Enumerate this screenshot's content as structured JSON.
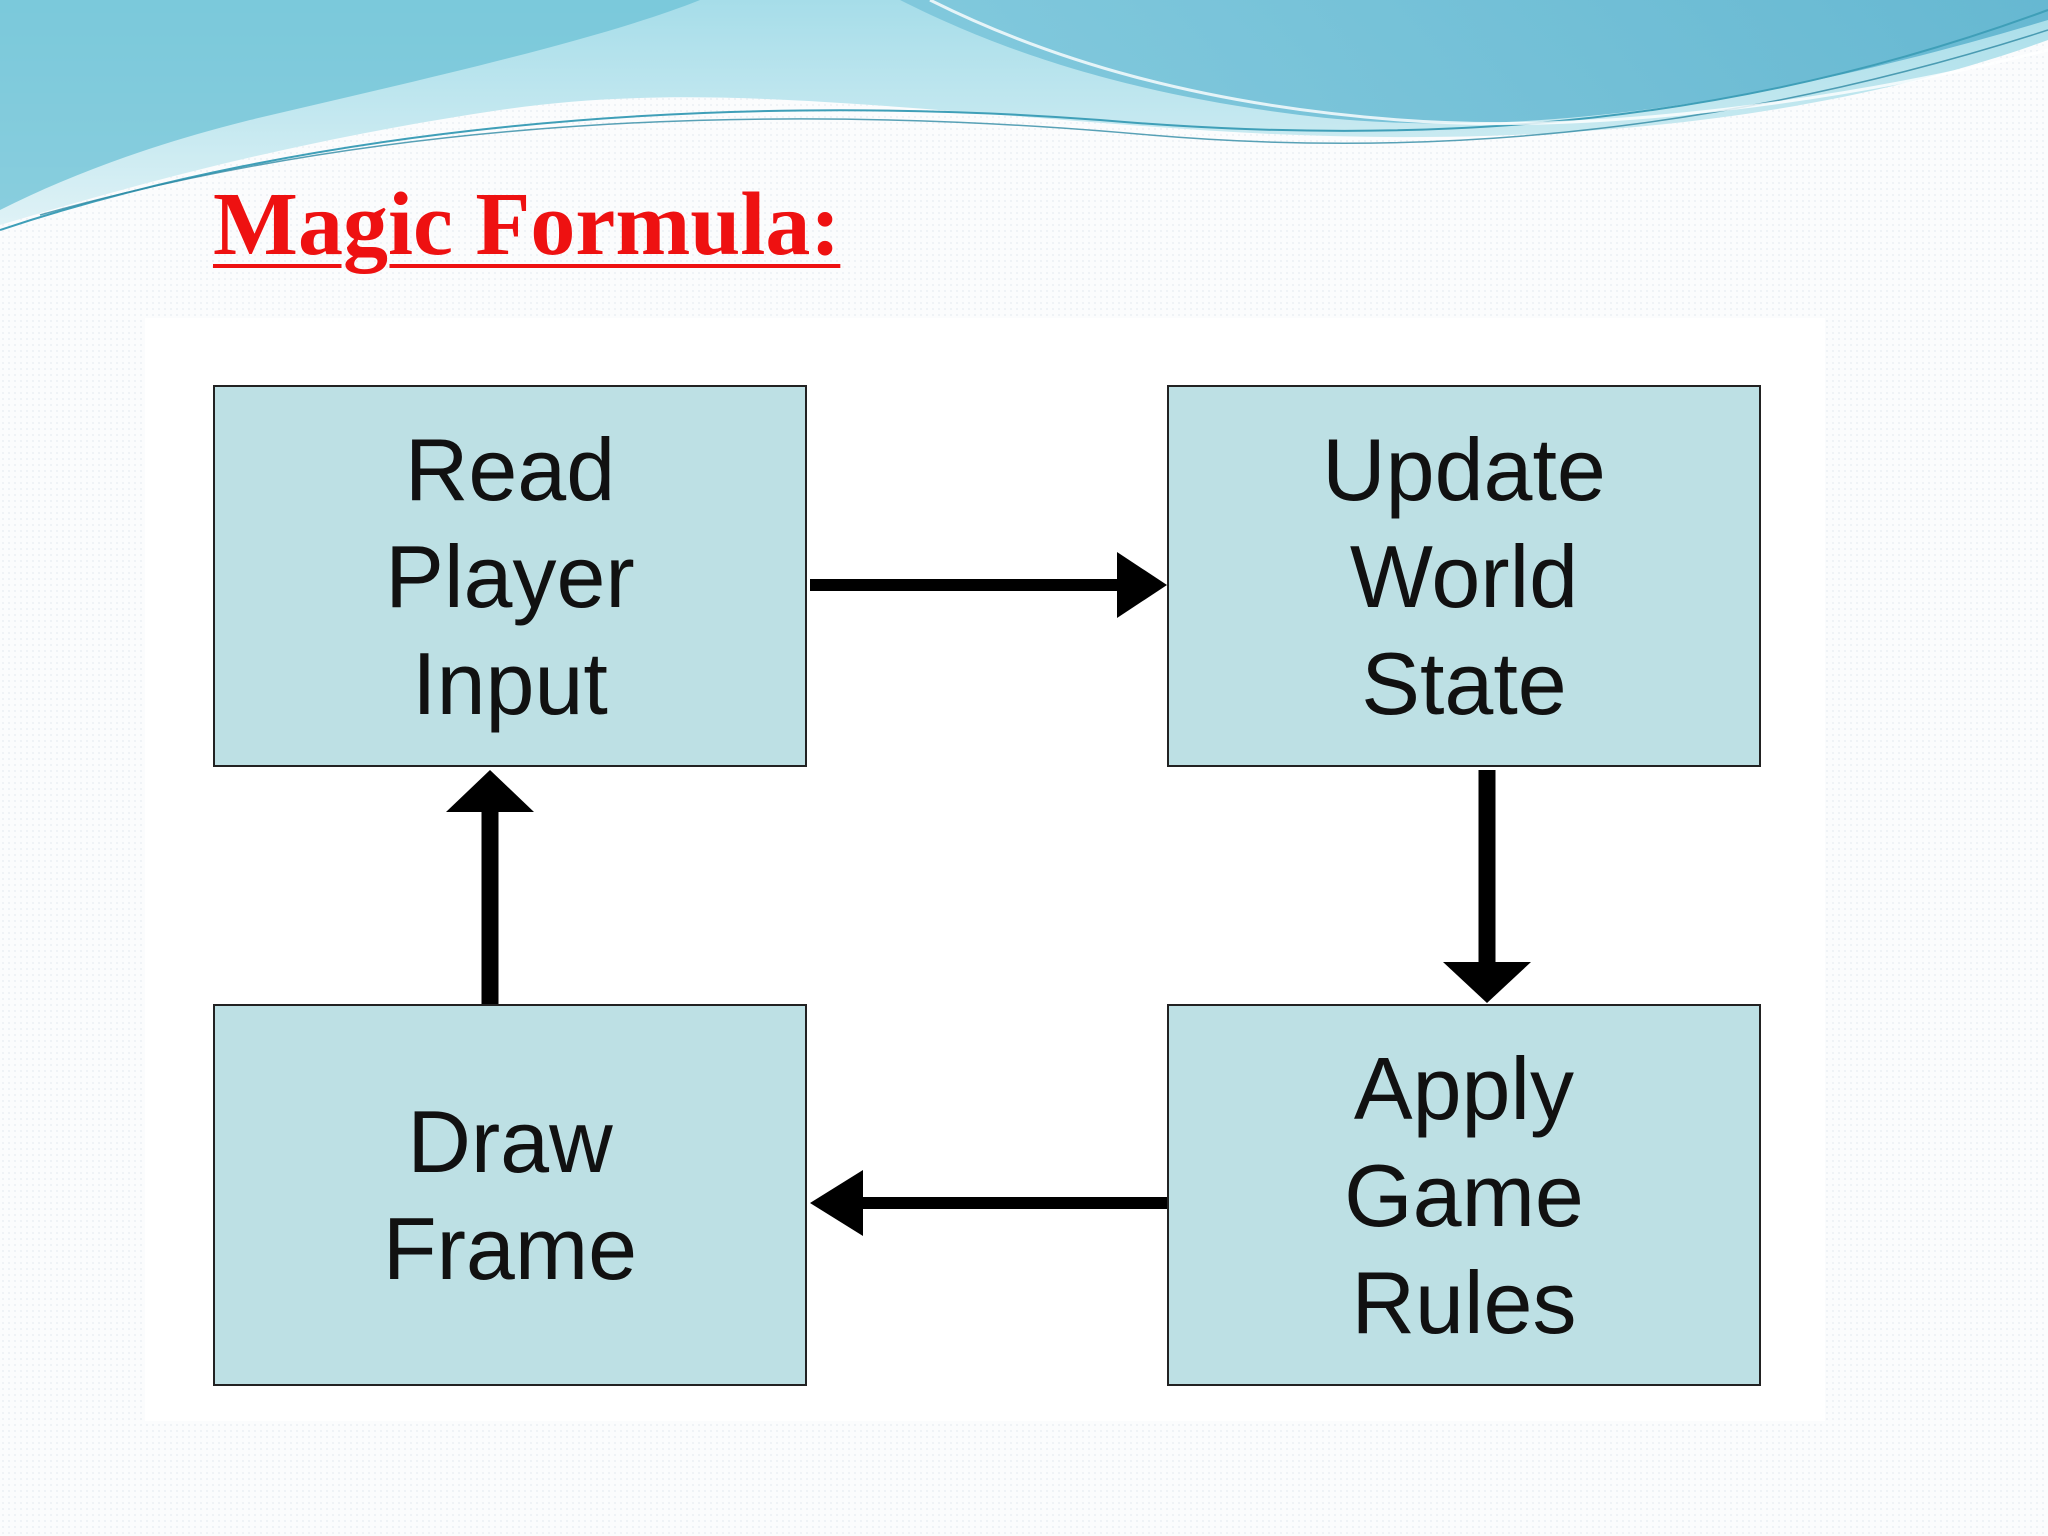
{
  "slide": {
    "title": "Magic Formula:"
  },
  "diagram": {
    "boxes": {
      "read_player_input": "Read\nPlayer\nInput",
      "update_world_state": "Update\nWorld\nState",
      "apply_game_rules": "Apply\nGame\nRules",
      "draw_frame": "Draw\nFrame"
    }
  },
  "colors": {
    "title": "#ee1111",
    "box_fill": "#bde0e4",
    "box_border": "#222222",
    "arrow": "#000000",
    "wave_light": "#bfe6ef",
    "wave_dark": "#79c8d8"
  }
}
